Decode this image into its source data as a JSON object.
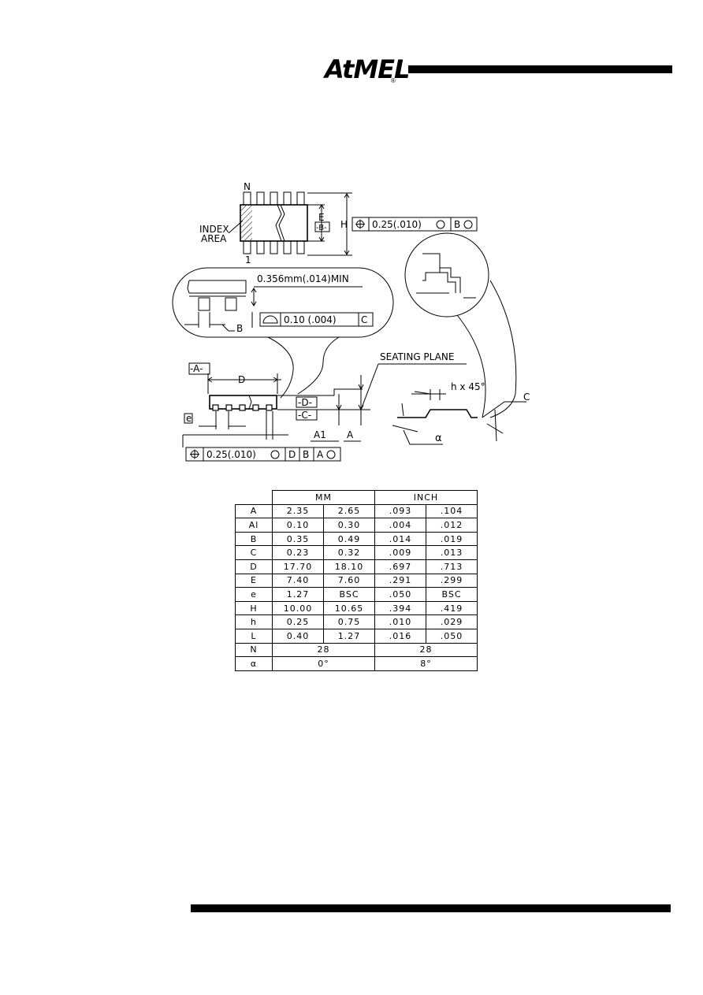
{
  "brand": {
    "logo_text": "AtMEL",
    "registered": "®"
  },
  "drawing": {
    "labels": {
      "pin_n": "N",
      "pin_1": "1",
      "index_area_line1": "INDEX",
      "index_area_line2": "AREA",
      "dim_e": "E",
      "datum_b": "-B-",
      "dim_h": "H",
      "fcf_top_value": "0.25(.010)",
      "fcf_top_datum": "B",
      "detail_min_spacing": "0.356mm(.014)MIN",
      "detail_b": "B",
      "fcf_flat_value": "0.10 (.004)",
      "fcf_flat_datum": "C",
      "datum_a": "-A-",
      "dim_d": "D",
      "datum_d": "-D-",
      "datum_c": "-C-",
      "seating_plane": "SEATING PLANE",
      "dim_e_pitch": "e",
      "dim_a1": "A1",
      "dim_a": "A",
      "fcf_bottom_value": "0.25(.010)",
      "fcf_bottom_datum_d": "D",
      "fcf_bottom_datum_b": "B",
      "fcf_bottom_datum_a": "A",
      "chamfer": "h x 45°",
      "dim_c": "C",
      "angle": "α"
    }
  },
  "table": {
    "headers": {
      "mm": "MM",
      "inch": "INCH"
    },
    "rows": [
      {
        "sym": "A",
        "mm_min": "2.35",
        "mm_max": "2.65",
        "in_min": ".093",
        "in_max": ".104"
      },
      {
        "sym": "Al",
        "mm_min": "0.10",
        "mm_max": "0.30",
        "in_min": ".004",
        "in_max": ".012"
      },
      {
        "sym": "B",
        "mm_min": "0.35",
        "mm_max": "0.49",
        "in_min": ".014",
        "in_max": ".019"
      },
      {
        "sym": "C",
        "mm_min": "0.23",
        "mm_max": "0.32",
        "in_min": ".009",
        "in_max": ".013"
      },
      {
        "sym": "D",
        "mm_min": "17.70",
        "mm_max": "18.10",
        "in_min": ".697",
        "in_max": ".713"
      },
      {
        "sym": "E",
        "mm_min": "7.40",
        "mm_max": "7.60",
        "in_min": ".291",
        "in_max": ".299"
      },
      {
        "sym": "e",
        "mm_min": "1.27",
        "mm_max": "BSC",
        "in_min": ".050",
        "in_max": "BSC"
      },
      {
        "sym": "H",
        "mm_min": "10.00",
        "mm_max": "10.65",
        "in_min": ".394",
        "in_max": ".419"
      },
      {
        "sym": "h",
        "mm_min": "0.25",
        "mm_max": "0.75",
        "in_min": ".010",
        "in_max": ".029"
      },
      {
        "sym": "L",
        "mm_min": "0.40",
        "mm_max": "1.27",
        "in_min": ".016",
        "in_max": ".050"
      }
    ],
    "row_n": {
      "sym": "N",
      "mm": "28",
      "inch": "28"
    },
    "row_angle": {
      "sym": "α",
      "mm": "0°",
      "inch": "8°"
    }
  }
}
